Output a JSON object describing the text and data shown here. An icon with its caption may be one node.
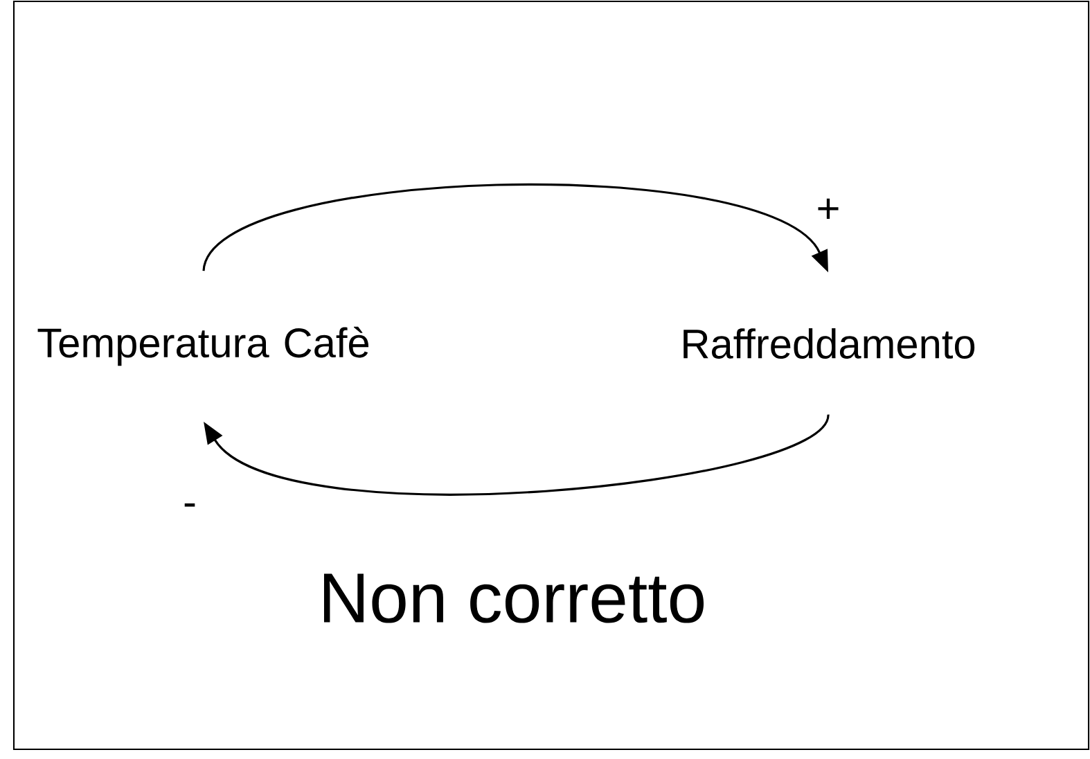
{
  "diagram": {
    "nodes": [
      {
        "text": [
          "Temperatura Cafè"
        ]
      },
      {
        "text": [
          "Raffreddamento"
        ]
      }
    ],
    "edges": [
      {
        "from": 0,
        "to": 1,
        "arrow": "to",
        "label": "+"
      },
      {
        "from": 1,
        "to": 0,
        "arrow": "to",
        "label": "-"
      }
    ],
    "labels": [
      "Non corretto"
    ]
  }
}
